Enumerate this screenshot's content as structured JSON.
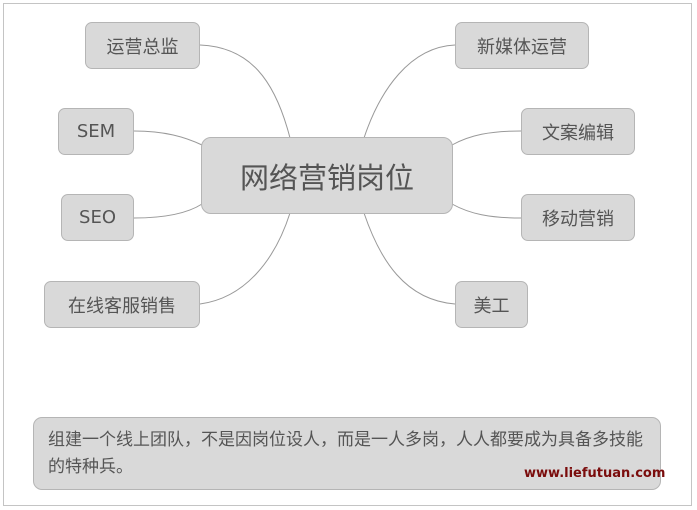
{
  "diagram": {
    "type": "mind-map",
    "center": {
      "label": "网络营销岗位"
    },
    "left_branches": [
      {
        "label": "运营总监"
      },
      {
        "label": "SEM"
      },
      {
        "label": "SEO"
      },
      {
        "label": "在线客服销售"
      }
    ],
    "right_branches": [
      {
        "label": "新媒体运营"
      },
      {
        "label": "文案编辑"
      },
      {
        "label": "移动营销"
      },
      {
        "label": "美工"
      }
    ],
    "colors": {
      "node_fill": "#d9d9d9",
      "node_border": "#b5b5b5",
      "text": "#555555",
      "connector": "#999999",
      "watermark": "#7a0c0c"
    }
  },
  "note": {
    "text": "组建一个线上团队，不是因岗位设人，而是一人多岗，人人都要成为具备多技能的特种兵。"
  },
  "watermark": {
    "text": "www.liefutuan.com"
  }
}
